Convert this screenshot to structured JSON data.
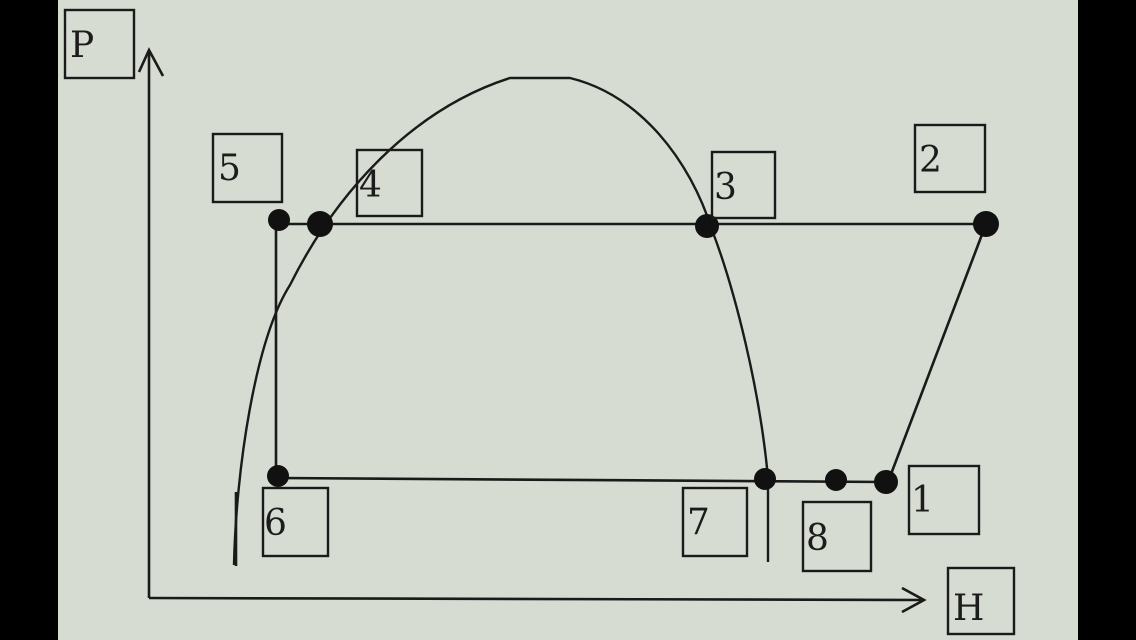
{
  "diagram": {
    "axis_y_label": "P",
    "axis_x_label": "H",
    "points": [
      {
        "id": "p1",
        "label": "1"
      },
      {
        "id": "p2",
        "label": "2"
      },
      {
        "id": "p3",
        "label": "3"
      },
      {
        "id": "p4",
        "label": "4"
      },
      {
        "id": "p5",
        "label": "5"
      },
      {
        "id": "p6",
        "label": "6"
      },
      {
        "id": "p7",
        "label": "7"
      },
      {
        "id": "p8",
        "label": "8"
      }
    ]
  },
  "colors": {
    "background": "#d6dcd2",
    "ink": "#1a1a1a",
    "frame": "#000000"
  }
}
